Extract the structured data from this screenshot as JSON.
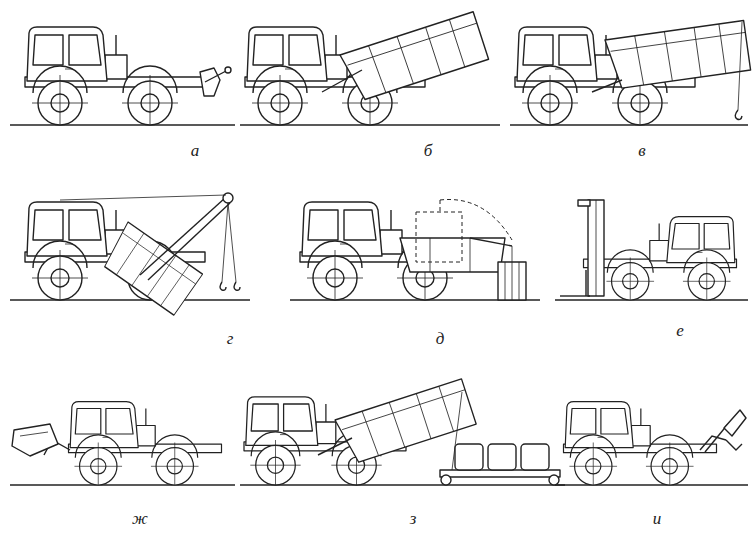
{
  "diagram": {
    "labels": [
      "а",
      "б",
      "в",
      "г",
      "д",
      "е",
      "ж",
      "з",
      "и"
    ]
  }
}
